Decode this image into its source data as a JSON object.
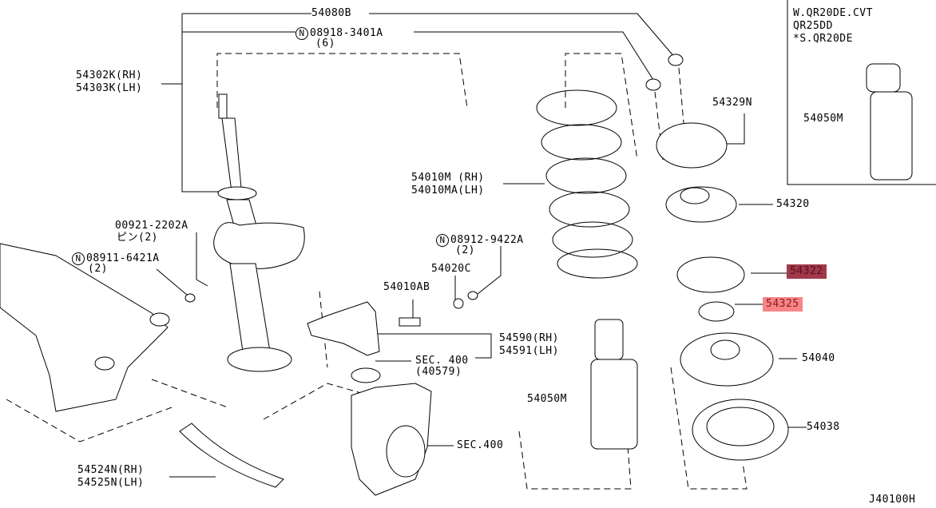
{
  "diagram_code": "J40100H",
  "inset": {
    "variant_lines": [
      "W.QR20DE.CVT",
      "QR25DD",
      "*S.QR20DE"
    ],
    "part": "54050M"
  },
  "parts": {
    "p54080B": "54080B",
    "p08918": "08918-3401A",
    "p08918_qty": "(6)",
    "p54302K": "54302K(RH)",
    "p54303K": "54303K(LH)",
    "p54329N": "54329N",
    "p54320": "54320",
    "p54322": "54322",
    "p54325": "54325",
    "p54040": "54040",
    "p54038": "54038",
    "p54010M": "54010M (RH)",
    "p54010MA": "54010MA(LH)",
    "p08912": "08912-9422A",
    "p08912_qty": "(2)",
    "p54020C": "54020C",
    "p54010AB": "54010AB",
    "p54590": "54590(RH)",
    "p54591": "54591(LH)",
    "sec400_a": "SEC. 400",
    "sec400_a_sub": "(40579)",
    "sec400_b": "SEC.400",
    "p54050M": "54050M",
    "p00921": "00921-2202A",
    "p00921_qty": "ピン(2)",
    "p08911": "08911-6421A",
    "p08911_qty": "(2)",
    "p54524N": "54524N(RH)",
    "p54525N": "54525N(LH)"
  },
  "symbols": {
    "n_mark": "N"
  },
  "highlights": {
    "selected": "54322",
    "hovered": "54325",
    "selected_color": "#a0394b",
    "hovered_color": "#f88585"
  }
}
